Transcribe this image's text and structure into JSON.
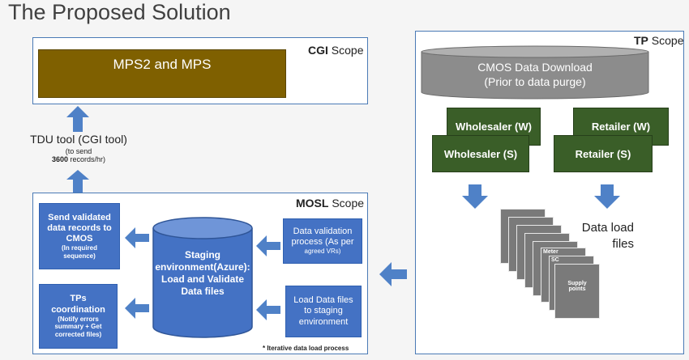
{
  "page": {
    "title": "The Proposed Solution"
  },
  "cgi": {
    "scope_bold": "CGI",
    "scope_rest": " Scope",
    "mps_label": "MPS2 and MPS"
  },
  "tdu": {
    "line1": "TDU tool (CGI tool)",
    "line2": "(to send",
    "line3_bold": "3600",
    "line3_rest": " records/hr)"
  },
  "mosl": {
    "scope_bold": "MOSL",
    "scope_rest": " Scope",
    "send_validated": [
      "Send validated",
      "data records to",
      "CMOS",
      "(In required",
      "sequence)"
    ],
    "tps_coordination": [
      "TPs",
      "coordination",
      "(Notify errors",
      "summary + Get",
      "corrected files)"
    ],
    "staging": [
      "Staging",
      "environment(Azure):",
      "Load and Validate",
      "Data files"
    ],
    "data_validation": [
      "Data validation",
      "process (As per",
      "agreed VRs)"
    ],
    "load_data": [
      "Load Data files",
      "to staging",
      "environment"
    ],
    "footnote": "* Iterative data load process"
  },
  "tp": {
    "scope_bold": "TP",
    "scope_rest": " Scope",
    "cmos_download": [
      "CMOS Data Download",
      "(Prior to data purge)"
    ],
    "wholesaler_w": "Wholesaler (W)",
    "wholesaler_s": "Wholesaler (S)",
    "retailer_w": "Retailer (W)",
    "retailer_s": "Retailer (S)",
    "data_load_files": [
      "Data load",
      "files"
    ],
    "file_labels": {
      "meter": "Meter",
      "sc": "SC",
      "supply_points": [
        "Supply",
        "points"
      ]
    }
  },
  "colors": {
    "accent_blue": "#4472c4",
    "arrow_blue": "#4f81c7",
    "olive": "#7f6000",
    "green": "#3a5e28",
    "gray": "#7a7a7a"
  }
}
